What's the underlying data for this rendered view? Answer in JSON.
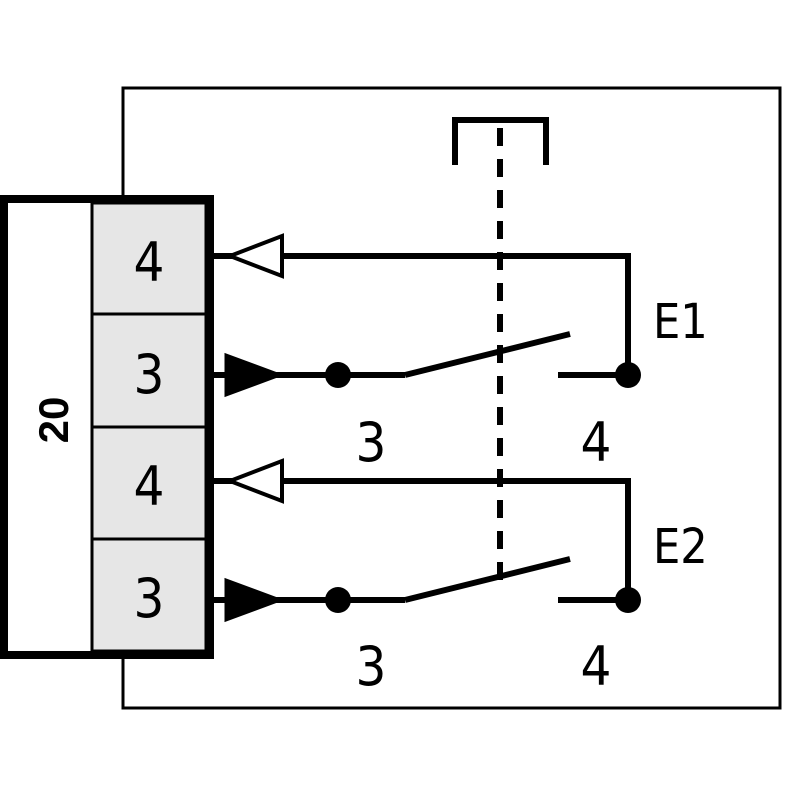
{
  "connector": {
    "number": "20",
    "pins": [
      "4",
      "3",
      "4",
      "3"
    ]
  },
  "contacts": [
    {
      "label": "E1",
      "left_terminal": "3",
      "right_terminal": "4"
    },
    {
      "label": "E2",
      "left_terminal": "3",
      "right_terminal": "4"
    }
  ],
  "colors": {
    "line": "#000000",
    "pin_fill": "#e6e6e6",
    "background": "#ffffff"
  }
}
